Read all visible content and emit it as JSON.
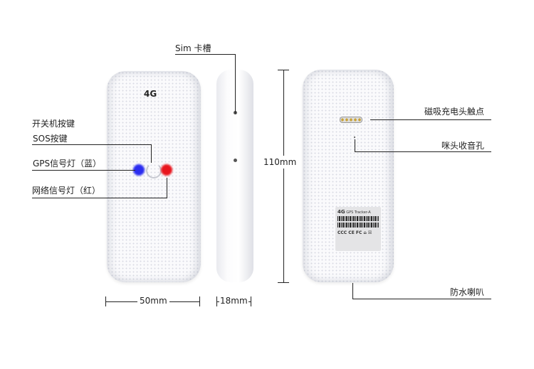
{
  "device_front": {
    "badge": "4G"
  },
  "device_back": {
    "sticker_badge": "4G",
    "sticker_title": "GPS Tracker-A"
  },
  "labels": {
    "sim_slot": "Sim 卡槽",
    "power_button": "开关机按键",
    "sos_button": "SOS按键",
    "gps_led": "GPS信号灯（蓝）",
    "network_led": "网络信号灯（红）",
    "charging_contacts": "磁吸充电头触点",
    "microphone": "咪头收音孔",
    "speaker": "防水喇叭"
  },
  "dimensions": {
    "height": "110mm",
    "width": "50mm",
    "thickness": "18mm"
  },
  "colors": {
    "gps_led": "#2a2cf0",
    "network_led": "#e8141c"
  }
}
